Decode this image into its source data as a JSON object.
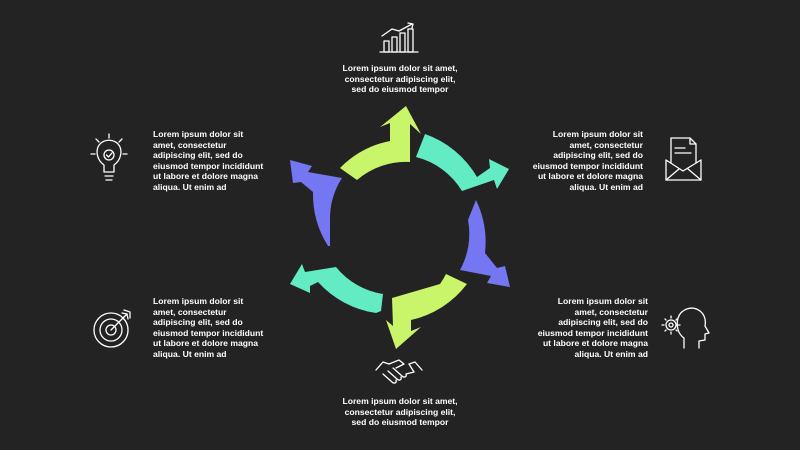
{
  "colors": {
    "background": "#232323",
    "lime": "#C9F56B",
    "mint": "#63EBC4",
    "violet": "#7476F2",
    "icon_stroke": "#FFFFFF",
    "text": "#FFFFFF"
  },
  "blocks": {
    "top": {
      "icon": "bar-chart-growth-icon",
      "text": "Lorem ipsum dolor sit amet,\nconsectetur adipiscing elit,\nsed do eiusmod tempor"
    },
    "upper_left": {
      "icon": "lightbulb-check-icon",
      "text": "Lorem ipsum dolor sit\namet, consectetur\nadipiscing elit, sed do\neiusmod tempor incididunt\nut labore et dolore magna\naliqua. Ut enim ad"
    },
    "lower_left": {
      "icon": "target-dart-icon",
      "text": "Lorem ipsum dolor sit\namet, consectetur\nadipiscing elit, sed do\neiusmod tempor incididunt\nut labore et dolore magna\naliqua. Ut enim ad"
    },
    "upper_right": {
      "icon": "envelope-letter-icon",
      "text": "Lorem ipsum dolor sit\namet, consectetur\nadipiscing elit, sed do\neiusmod tempor incididunt\nut labore et dolore magna\naliqua. Ut enim ad"
    },
    "lower_right": {
      "icon": "head-gear-icon",
      "text": "Lorem ipsum dolor sit\namet, consectetur\nadipiscing elit, sed do\neiusmod tempor incididunt\nut labore et dolore magna\naliqua. Ut enim ad"
    },
    "bottom": {
      "icon": "handshake-icon",
      "text": "Lorem ipsum dolor sit amet,\nconsectetur adipiscing elit,\nsed do eiusmod tempor"
    }
  }
}
